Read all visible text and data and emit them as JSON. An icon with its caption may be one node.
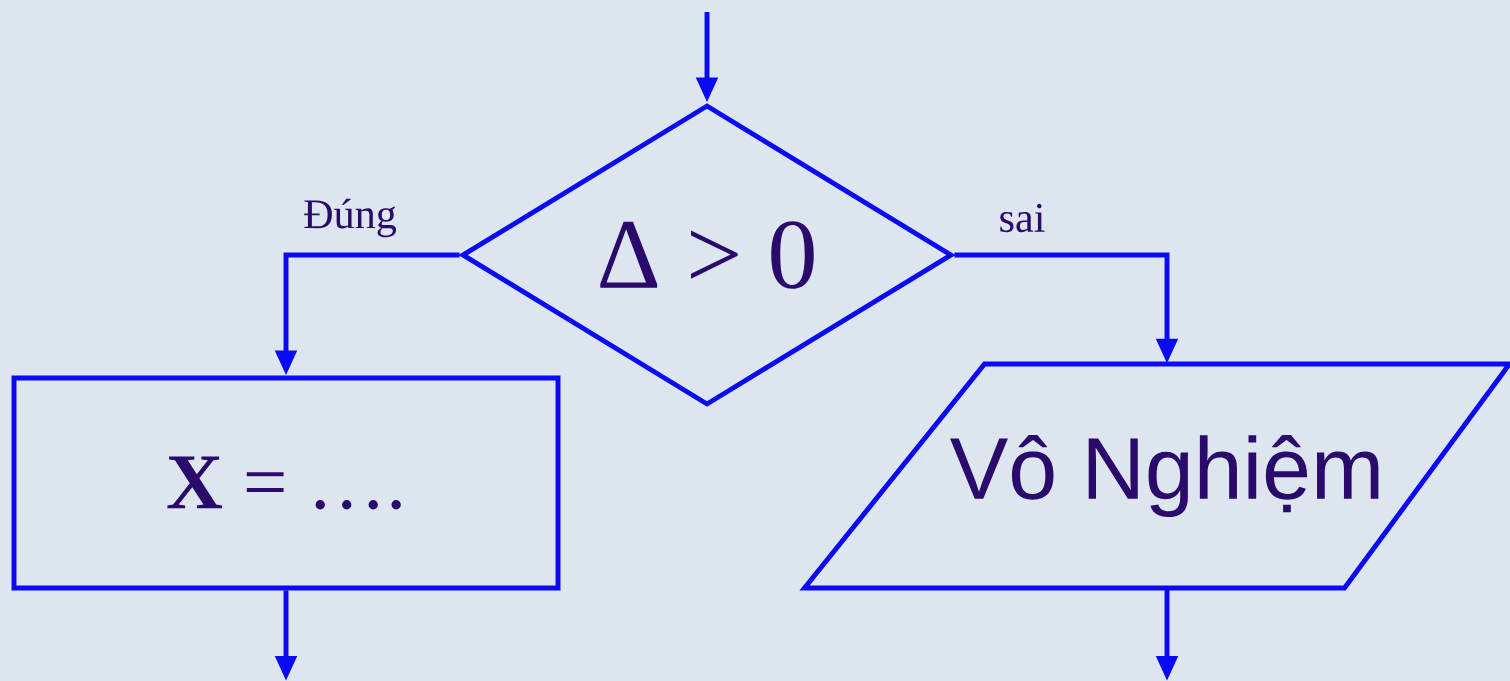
{
  "diagram": {
    "nodes": [
      {
        "text": [
          "Δ > 0"
        ]
      },
      {
        "text": [
          "**X** = …."
        ]
      },
      {
        "text": [
          "Vô Nghiệm"
        ]
      }
    ],
    "edges": [
      {
        "from": null,
        "to": 0,
        "arrow": "to"
      },
      {
        "from": 0,
        "to": 1,
        "arrow": "to",
        "label": "Đúng"
      },
      {
        "from": 0,
        "to": 2,
        "arrow": "to",
        "label": "sai"
      },
      {
        "from": 1,
        "to": null,
        "arrow": "to"
      },
      {
        "from": 2,
        "to": null,
        "arrow": "to"
      }
    ]
  }
}
